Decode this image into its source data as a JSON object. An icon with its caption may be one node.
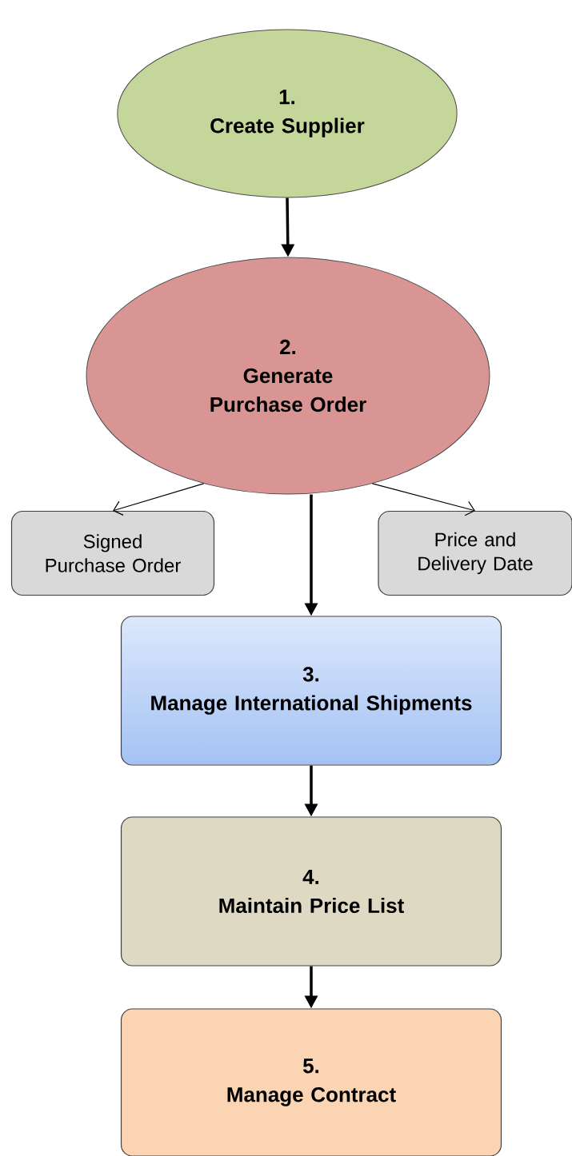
{
  "diagram": {
    "nodes": [
      {
        "text": [
          "1.",
          "Create Supplier"
        ]
      },
      {
        "text": [
          "2.",
          "Generate Purchase Order"
        ]
      },
      {
        "text": [
          "Signed Purchase Order"
        ]
      },
      {
        "text": [
          "Price and Delivery Date"
        ]
      },
      {
        "text": [
          "3.",
          "Manage International Shipments"
        ]
      },
      {
        "text": [
          "4.",
          "Maintain Price List"
        ]
      },
      {
        "text": [
          "5.",
          "Manage Contract"
        ]
      }
    ],
    "edges": [
      {
        "from": 0,
        "to": 1,
        "arrow": "to"
      },
      {
        "from": 1,
        "to": 2,
        "arrow": "to"
      },
      {
        "from": 1,
        "to": 3,
        "arrow": "to"
      },
      {
        "from": 1,
        "to": 4,
        "arrow": "to"
      },
      {
        "from": 4,
        "to": 5,
        "arrow": "to"
      },
      {
        "from": 5,
        "to": 6,
        "arrow": "to"
      }
    ]
  }
}
